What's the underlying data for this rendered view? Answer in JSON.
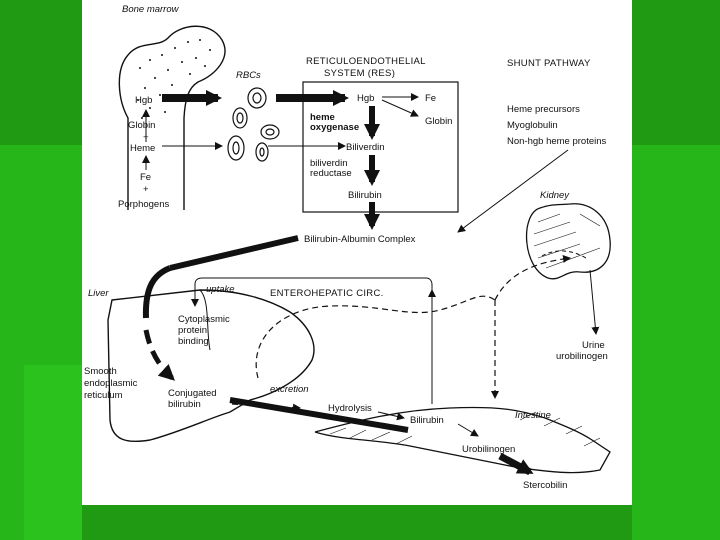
{
  "theme": {
    "background": "#1f9a12",
    "band": "#27b61a",
    "panel": "#ffffff",
    "ink": "#111111"
  },
  "labels": {
    "bone_marrow": "Bone marrow",
    "rbcs": "RBCs",
    "hgb_marrow": "Hgb",
    "globin_marrow": "Globin",
    "plus1": "+",
    "heme_marrow": "Heme",
    "fe_marrow": "Fe",
    "plus2": "+",
    "porphogens": "Porphogens",
    "res_title1": "RETICULOENDOTHELIAL",
    "res_title2": "SYSTEM (RES)",
    "hgb_res": "Hgb",
    "fe_res": "Fe",
    "globin_res": "Globin",
    "heme_oxygenase1": "heme",
    "heme_oxygenase2": "oxygenase",
    "biliverdin": "Biliverdin",
    "biliverdin_reductase1": "biliverdin",
    "biliverdin_reductase2": "reductase",
    "bilirubin_res": "Bilirubin",
    "shunt_title": "SHUNT PATHWAY",
    "shunt1": "Heme precursors",
    "shunt2": "Myoglobulin",
    "shunt3": "Non-hgb heme proteins",
    "kidney": "Kidney",
    "complex": "Bilirubin-Albumin Complex",
    "liver": "Liver",
    "uptake": "uptake",
    "enterohepatic": "ENTEROHEPATIC CIRC.",
    "cytoplasmic1": "Cytoplasmic",
    "cytoplasmic2": "protein",
    "cytoplasmic3": "binding",
    "smooth1": "Smooth",
    "smooth2": "endoplasmic",
    "smooth3": "reticulum",
    "conjugated1": "Conjugated",
    "conjugated2": "bilirubin",
    "excretion": "excretion",
    "hydrolysis": "Hydrolysis",
    "bilirubin_int": "Bilirubin",
    "intestine": "Intestine",
    "urobilinogen": "Urobilinogen",
    "stercobilin": "Stercobilin",
    "urine1": "Urine",
    "urine2": "urobilinogen"
  }
}
